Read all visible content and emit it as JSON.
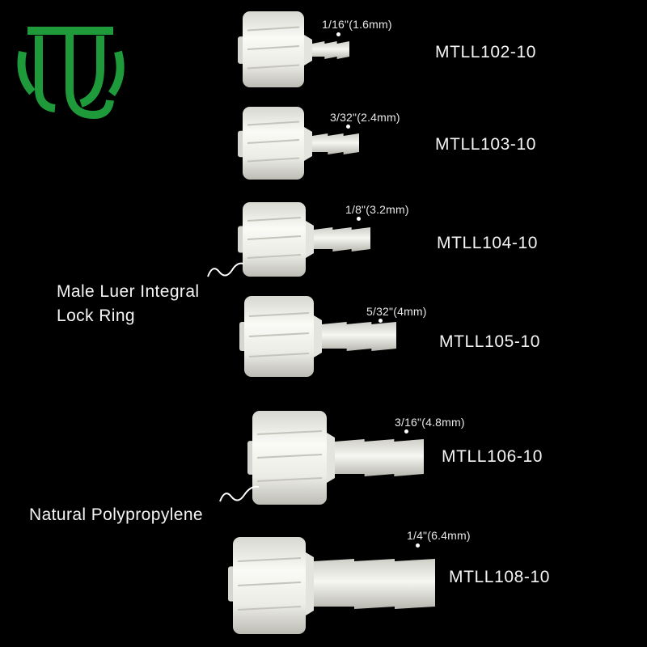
{
  "brand": {
    "logo_icon": "green-logo-mark",
    "logo_color": "#1f9a3a"
  },
  "products": [
    {
      "part_number": "MTLL102-10",
      "size": "1/16\"(1.6mm)"
    },
    {
      "part_number": "MTLL103-10",
      "size": "3/32\"(2.4mm)"
    },
    {
      "part_number": "MTLL104-10",
      "size": "1/8\"(3.2mm)"
    },
    {
      "part_number": "MTLL105-10",
      "size": "5/32\"(4mm)"
    },
    {
      "part_number": "MTLL106-10",
      "size": "3/16\"(4.8mm)"
    },
    {
      "part_number": "MTLL108-10",
      "size": "1/4\"(6.4mm)"
    }
  ],
  "callouts": {
    "lock_ring": {
      "line1": "Male Luer Integral",
      "line2": "Lock Ring"
    },
    "material": "Natural Polypropylene"
  },
  "colors": {
    "background": "#000000",
    "text": "#f2f2f2",
    "plastic": "#f3f3ef"
  }
}
